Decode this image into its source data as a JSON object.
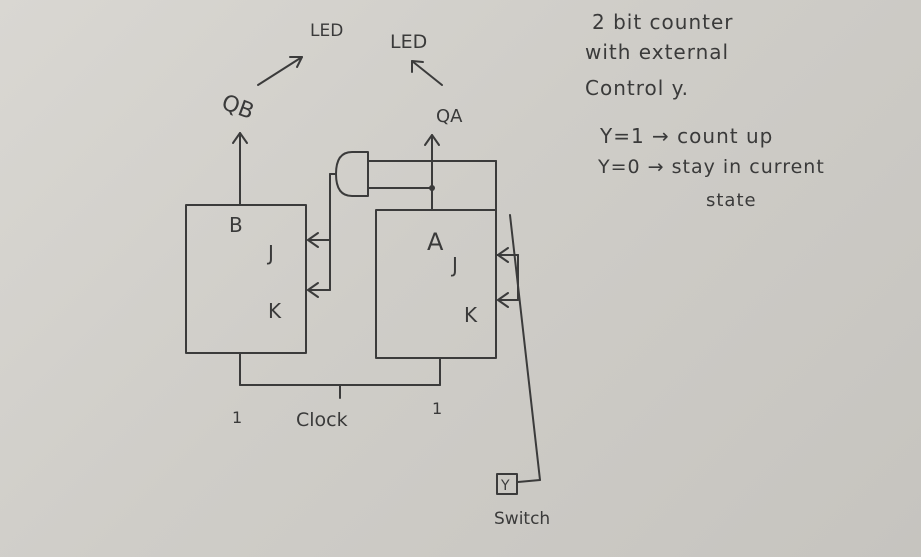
{
  "labels": {
    "led_left": "LED",
    "led_right": "LED",
    "q_b": "QB",
    "q_a": "QA",
    "ff_b_name": "B",
    "ff_a_name": "A",
    "ff_b_j": "J",
    "ff_b_k": "K",
    "ff_a_j": "J",
    "ff_a_k": "K",
    "clock": "Clock",
    "one_left": "1",
    "one_right": "1",
    "switch_label": "Switch",
    "switch_box": "Y"
  },
  "notes": {
    "line1": "2 bit counter",
    "line2": "with external",
    "line3": "Control y.",
    "line4": "Y=1 → count up",
    "line5": "Y=0 → stay in current",
    "line6": "state"
  }
}
